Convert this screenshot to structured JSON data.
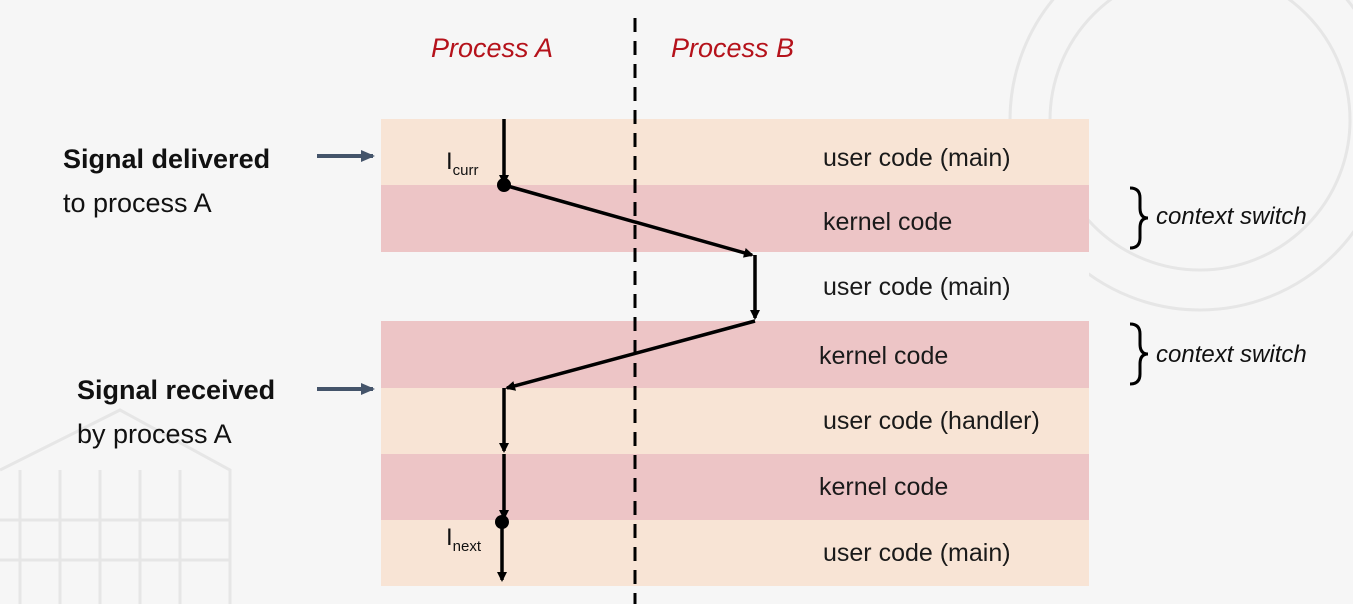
{
  "process_a_title": "Process A",
  "process_b_title": "Process B",
  "signal_delivered": {
    "bold": "Signal delivered",
    "rest": "to process A"
  },
  "signal_received": {
    "bold": "Signal received",
    "rest": "by process A"
  },
  "bands": [
    {
      "kind": "user",
      "label": "user code (main)"
    },
    {
      "kind": "kernel",
      "label": "kernel code"
    },
    {
      "kind": "plain",
      "label": "user code (main)"
    },
    {
      "kind": "kernel",
      "label": "kernel code"
    },
    {
      "kind": "user",
      "label": "user code (handler)"
    },
    {
      "kind": "kernel",
      "label": "kernel code"
    },
    {
      "kind": "user",
      "label": "user code (main)"
    }
  ],
  "context_switch_label": "context switch",
  "instr_curr": {
    "base": "I",
    "sub": "curr"
  },
  "instr_next": {
    "base": "I",
    "sub": "next"
  },
  "colors": {
    "process_title": "#b5121b",
    "user_band": "#f8e4d5",
    "kernel_band": "#edc5c6",
    "side_arrow": "#44546a"
  }
}
